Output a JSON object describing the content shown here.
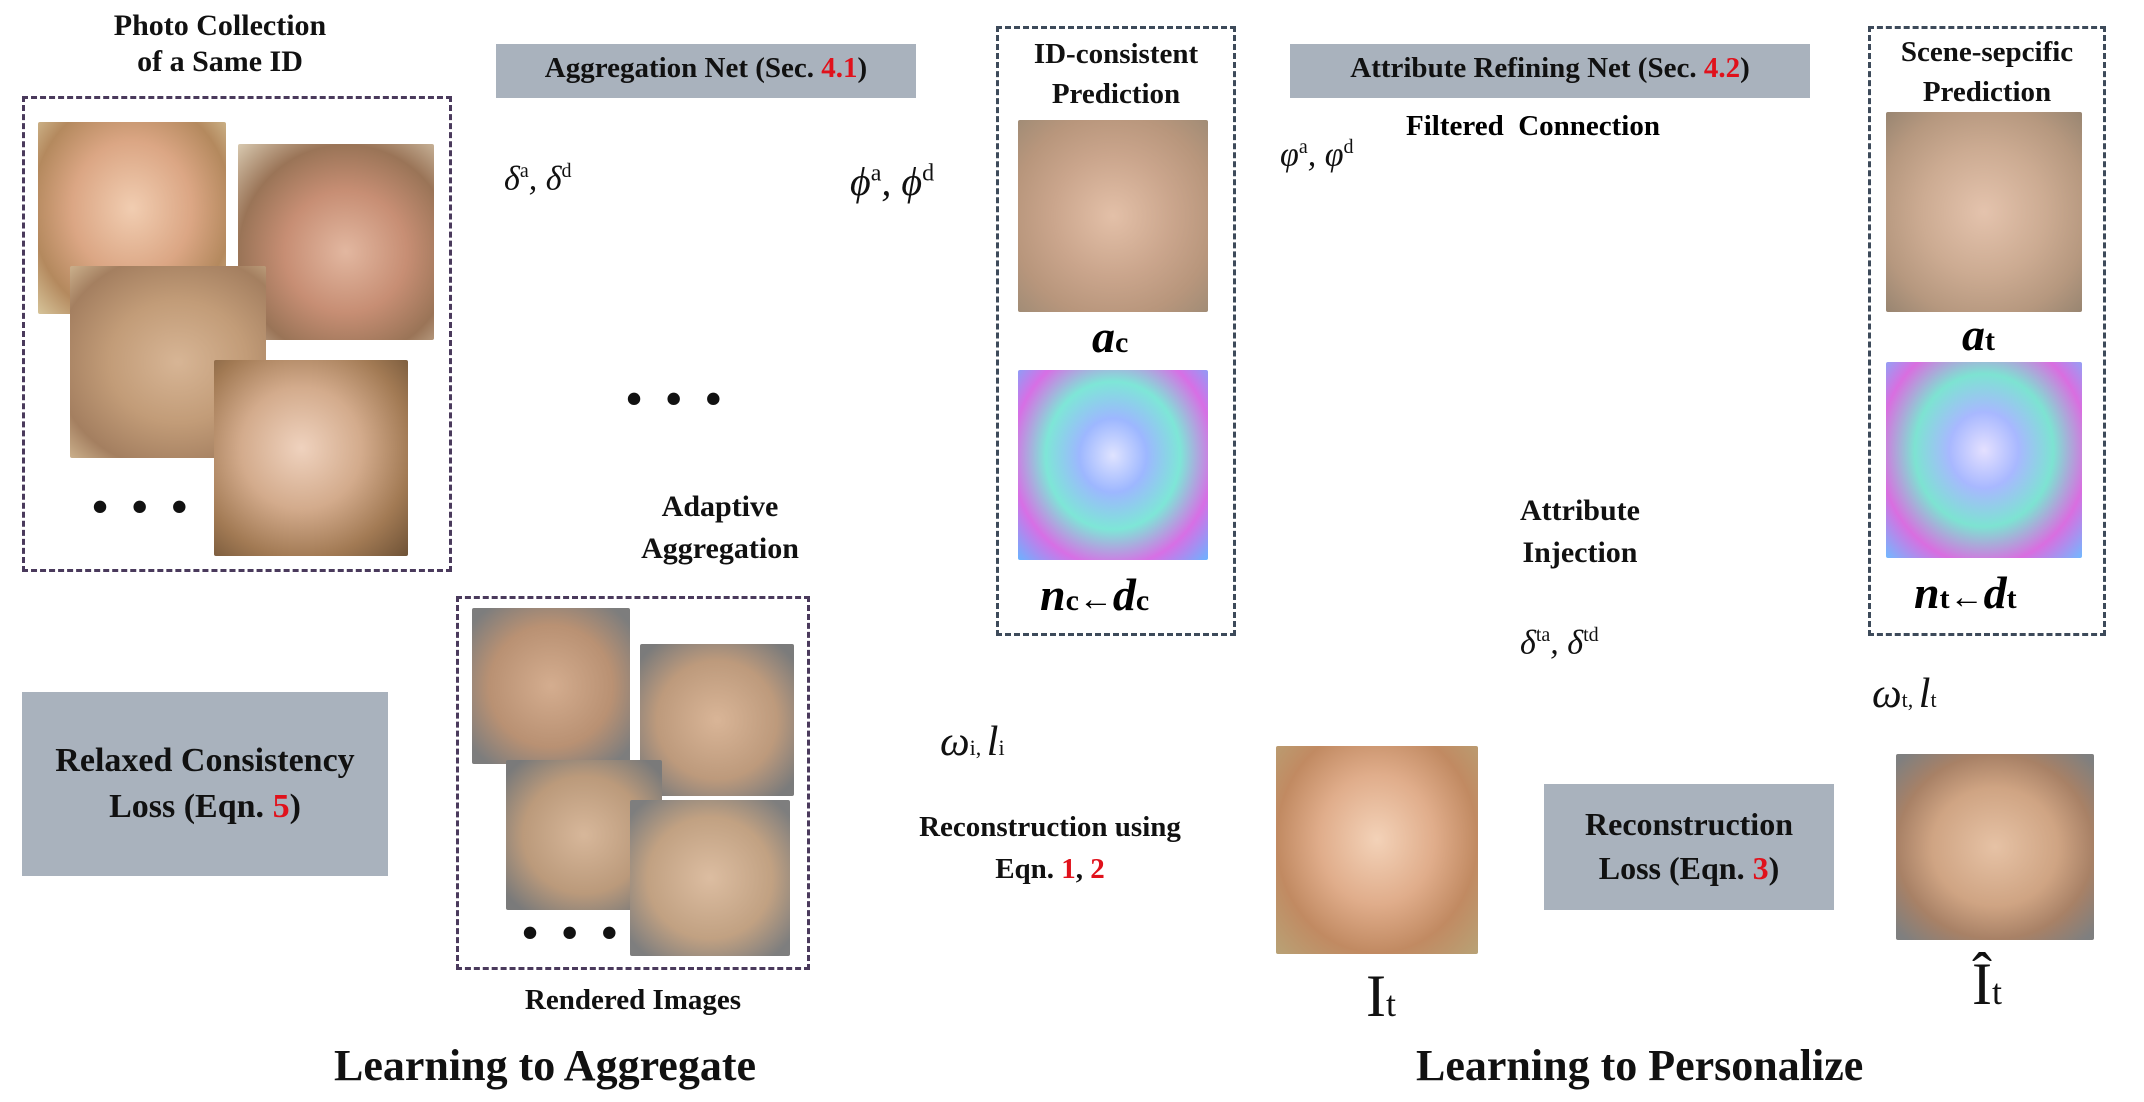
{
  "photo_collection": {
    "title_line1": "Photo Collection",
    "title_line2": "of a Same ID",
    "ellipsis": "• • •"
  },
  "aggregation_net": {
    "label": "Aggregation Net (Sec. ",
    "sec_ref": "4.1",
    "label_end": ")",
    "input_symbols": "δ^a, δ^d",
    "output_symbols": "ϕ^a, ϕ^d",
    "ellipsis": "• • •",
    "adaptive_line1": "Adaptive",
    "adaptive_line2": "Aggregation",
    "colors": {
      "encoder": "#1d9be0",
      "decoder": "#7b5d8c"
    }
  },
  "id_prediction": {
    "title_line1": "ID-consistent",
    "title_line2": "Prediction",
    "albedo_label": "a",
    "albedo_sub": "c",
    "normal_label": "n",
    "normal_sub": "c",
    "arrow": "←",
    "depth_label": "d",
    "depth_sub": "c"
  },
  "attribute_net": {
    "label": "Attribute Refining Net (Sec. ",
    "sec_ref": "4.2",
    "label_end": ")",
    "filtered_connection": "Filtered  Connection",
    "input_symbols": "φ^a, φ^d",
    "injection_line1": "Attribute",
    "injection_line2": "Injection",
    "code_symbols": "δ^ta, δ^td",
    "colors": {
      "encoder": "#f0a10e",
      "decoder": "#6b8a63"
    }
  },
  "scene_prediction": {
    "title_line1": "Scene-sepcific",
    "title_line2": "Prediction",
    "albedo_label": "a",
    "albedo_sub": "t",
    "normal_label": "n",
    "normal_sub": "t",
    "arrow": "←",
    "depth_label": "d",
    "depth_sub": "t"
  },
  "rendered": {
    "label": "Rendered Images",
    "ellipsis": "• • •",
    "params_main": "ω",
    "params_sub1": "i",
    "params_l": "l",
    "params_sub2": "i",
    "recon_line1": "Reconstruction using",
    "recon_line2_pre": "Eqn. ",
    "eqn1": "1",
    "comma": ", ",
    "eqn2": "2"
  },
  "relaxed_loss": {
    "line1": "Relaxed Consistency",
    "line2_pre": "Loss (Eqn. ",
    "eqn": "5",
    "line2_end": ")"
  },
  "recon_loss": {
    "line1": "Reconstruction",
    "line2_pre": "Loss (Eqn. ",
    "eqn": "3",
    "line2_end": ")"
  },
  "target": {
    "input_label": "I",
    "input_sub": "t",
    "output_label": "Î",
    "output_sub": "t",
    "params_main": "ω",
    "params_sub1": "t",
    "params_l": "l",
    "params_sub2": "t"
  },
  "footer": {
    "left": "Learning to Aggregate",
    "right": "Learning to Personalize"
  }
}
